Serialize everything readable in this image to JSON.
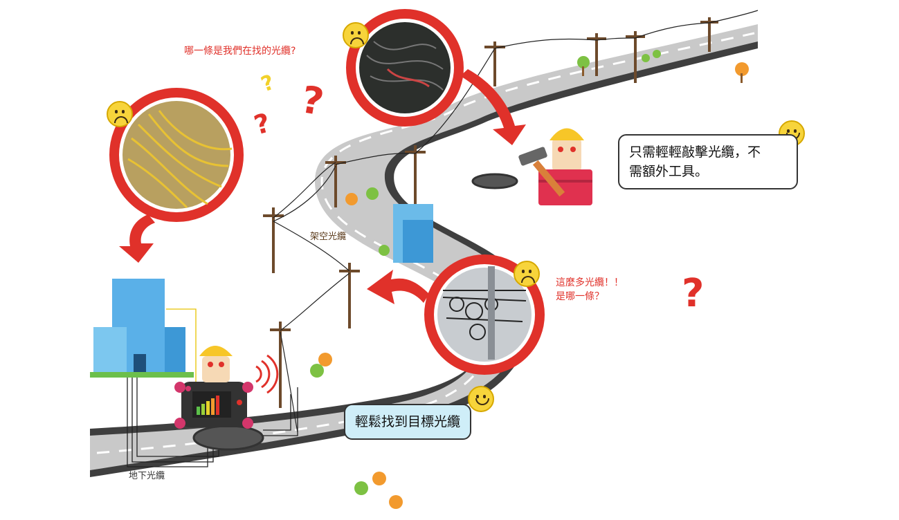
{
  "labels": {
    "q1": "哪一條是我們在找的光纜?",
    "aerial": "架空光纜",
    "underground": "地下光纜",
    "q2_line1": "這麼多光纜！！",
    "q2_line2": "是哪一條？"
  },
  "bubbles": {
    "tap_line1": "只需輕輕敲擊光纜，不",
    "tap_line2": "需額外工具。",
    "find": "輕鬆找到目標光纜"
  },
  "colors": {
    "accent_red": "#e0312a",
    "road": "#c9c9c9",
    "road_edge": "#3f3f3f",
    "bubble_blue": "#cfeef8",
    "face_yellow": "#f7d43b"
  },
  "icons": [
    "sad-face-icon",
    "happy-face-icon",
    "question-mark-icon",
    "arrow-icon",
    "worker-icon",
    "toolbox-icon",
    "hammer-icon",
    "building-icon",
    "tree-icon",
    "utility-pole-icon",
    "manhole-icon",
    "fiber-tester-device-icon",
    "signal-wave-icon"
  ]
}
